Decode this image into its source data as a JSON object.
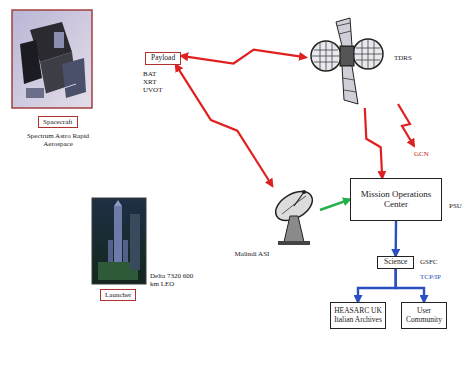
{
  "diagram": {
    "nodes": [
      {
        "text": [
          "Spacecraft"
        ]
      },
      {
        "text": [
          "Payload"
        ]
      },
      {
        "text": [
          "TDRS"
        ]
      },
      {
        "text": [
          "Malindi ASI"
        ]
      },
      {
        "text": [
          "Mission Operations Center"
        ]
      },
      {
        "text": [
          "Science"
        ]
      },
      {
        "text": [
          "HEASARC UK Italian Archives"
        ]
      },
      {
        "text": [
          "User Community"
        ]
      },
      {
        "text": [
          "Launcher"
        ]
      }
    ],
    "edges": [
      {
        "from": 1,
        "to": 2,
        "arrow": "both"
      },
      {
        "from": 1,
        "to": 3,
        "arrow": "both"
      },
      {
        "from": 2,
        "to": 4,
        "arrow": "to"
      },
      {
        "from": 3,
        "to": 4,
        "arrow": "to"
      },
      {
        "from": 4,
        "to": 5,
        "arrow": "to"
      },
      {
        "from": 5,
        "to": 6,
        "arrow": "to"
      },
      {
        "from": 5,
        "to": 7,
        "arrow": "to"
      }
    ],
    "labels": [
      "Spectrum Astro Rapid Aerospace",
      "BAT XRT UVOT",
      "GCN",
      "PSU",
      "GSFC",
      "TCP/IP",
      "Delta 7320 600 km LEO"
    ]
  }
}
